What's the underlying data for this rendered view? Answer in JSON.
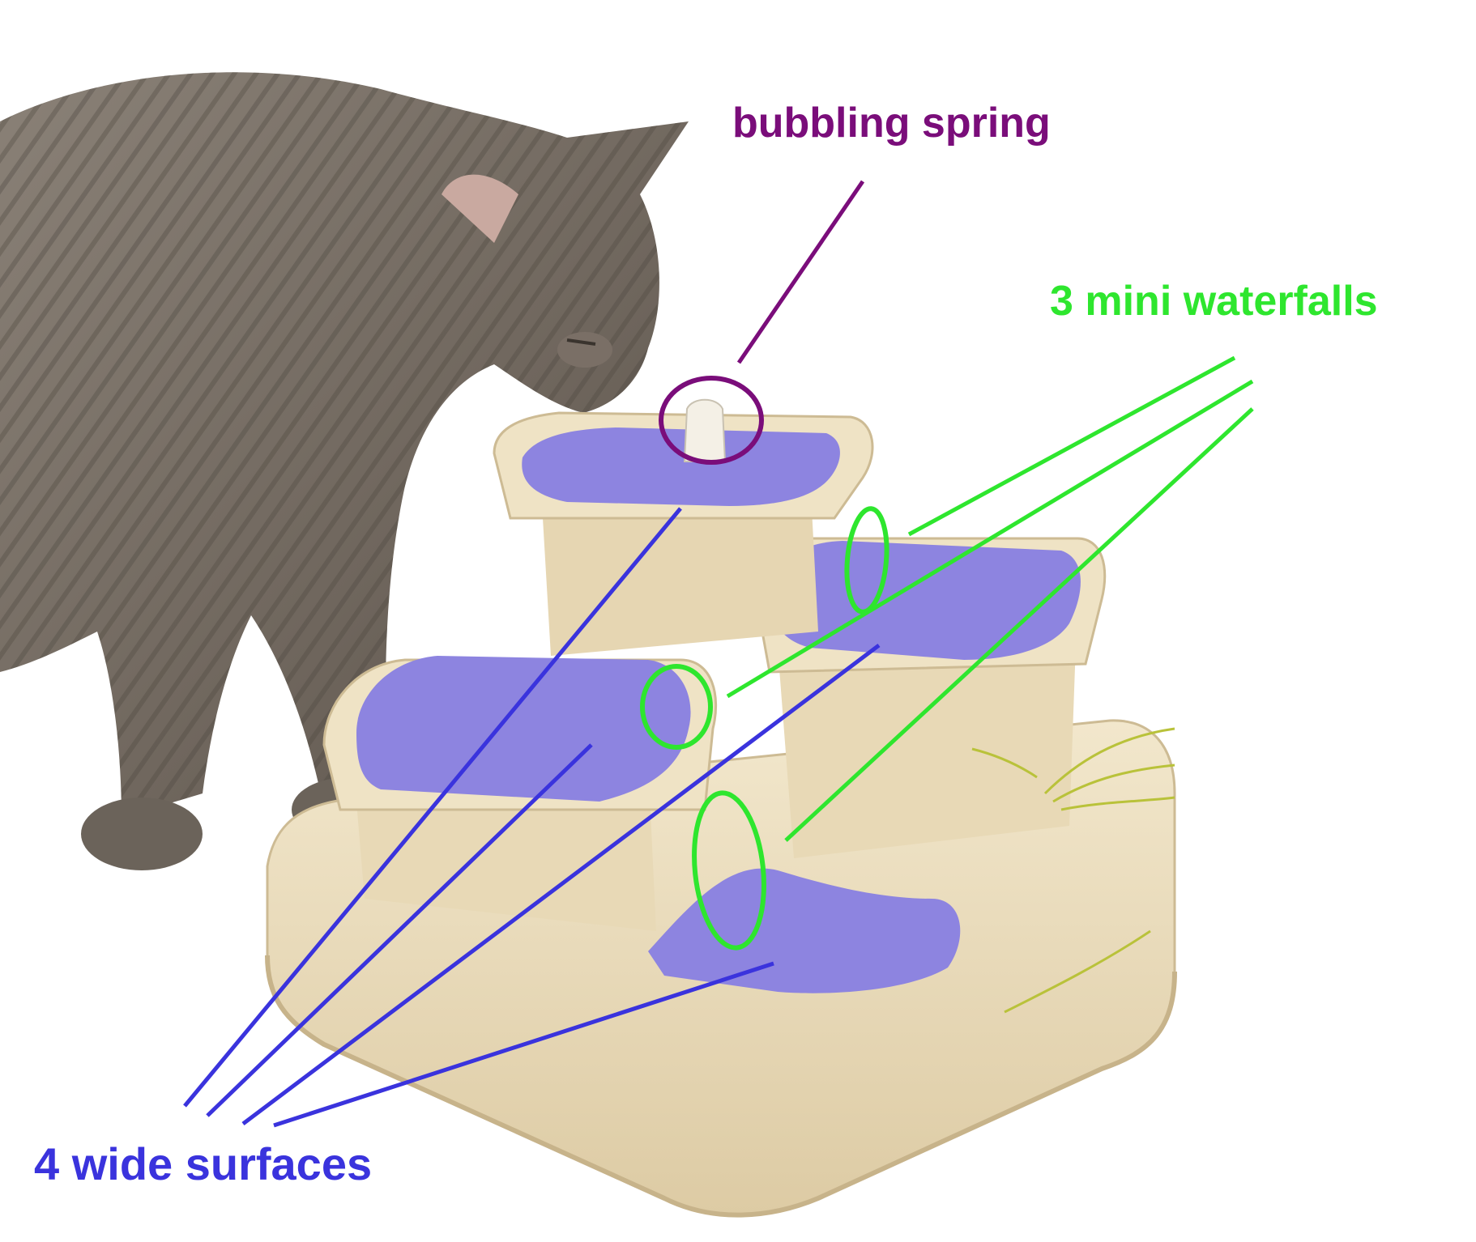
{
  "labels": {
    "bubbling_spring": "bubbling spring",
    "mini_waterfalls": "3 mini waterfalls",
    "wide_surfaces": "4 wide surfaces"
  },
  "colors": {
    "spring": "#7a0d7a",
    "waterfalls": "#2ee62e",
    "surfaces": "#3a33dd",
    "water_fill": "#8d84e0",
    "ceramic": "#eadcbc",
    "ceramic_shadow": "#cdbb94",
    "cat_fur": "#7d746b",
    "cat_fur_dark": "#4e4740"
  },
  "icons": {
    "subject": "cat-drinking-illustration",
    "product": "ceramic-fountain-illustration"
  }
}
